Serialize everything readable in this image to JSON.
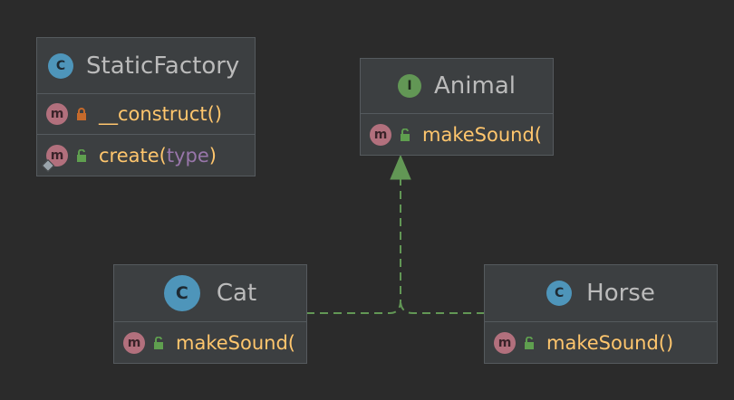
{
  "classes": {
    "static_factory": {
      "name": "StaticFactory",
      "kind": "class",
      "kind_letter": "C",
      "methods": [
        {
          "name": "__construct",
          "open": "(",
          "params": "",
          "close": ")",
          "visibility": "private",
          "badge": "m",
          "static": false
        },
        {
          "name": "create",
          "open": "(",
          "params": "type",
          "close": ")",
          "visibility": "public",
          "badge": "m",
          "static": true
        }
      ]
    },
    "animal": {
      "name": "Animal",
      "kind": "interface",
      "kind_letter": "I",
      "methods": [
        {
          "name": "makeSound",
          "open": "(",
          "params": "",
          "close": "",
          "visibility": "public",
          "badge": "m"
        }
      ]
    },
    "cat": {
      "name": "Cat",
      "kind": "class",
      "kind_letter": "C",
      "methods": [
        {
          "name": "makeSound",
          "open": "(",
          "params": "",
          "close": "",
          "visibility": "public",
          "badge": "m"
        }
      ]
    },
    "horse": {
      "name": "Horse",
      "kind": "class",
      "kind_letter": "C",
      "methods": [
        {
          "name": "makeSound",
          "open": "(",
          "params": "",
          "close": ")",
          "visibility": "public",
          "badge": "m"
        }
      ]
    }
  },
  "relations": [
    {
      "from": "Cat",
      "to": "Animal",
      "type": "realization"
    },
    {
      "from": "Horse",
      "to": "Animal",
      "type": "realization"
    }
  ],
  "colors": {
    "background": "#2b2b2b",
    "box": "#3c3f41",
    "border": "#555a5e",
    "class_badge": "#4e95ba",
    "interface_badge": "#629755",
    "method_badge": "#b2707d",
    "method_name": "#ffc66d",
    "param": "#9876aa",
    "private_lock": "#c66a2b",
    "public_lock": "#5f9f4f",
    "connector": "#629755"
  },
  "icons": {
    "class_icon": "circle-letter-c",
    "interface_icon": "circle-letter-i",
    "method_icon": "circle-letter-m",
    "private_icon": "closed-lock",
    "public_icon": "open-lock",
    "static_icon": "diamond"
  }
}
